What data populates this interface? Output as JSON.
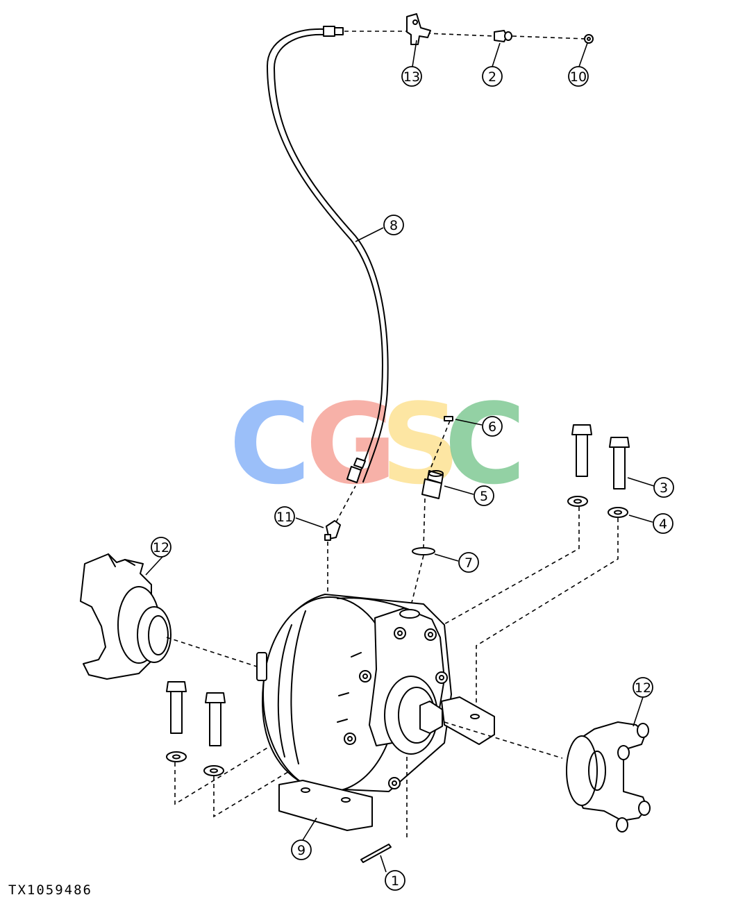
{
  "figure_id": "TX1059486",
  "watermark": {
    "letters": [
      {
        "char": "C",
        "color": "#8ab4f8"
      },
      {
        "char": "G",
        "color": "#f6a49a"
      },
      {
        "char": "S",
        "color": "#fde293"
      },
      {
        "char": "C",
        "color": "#81c995"
      }
    ]
  },
  "callouts": {
    "c1": "1",
    "c2": "2",
    "c3": "3",
    "c4": "4",
    "c5": "5",
    "c6": "6",
    "c7": "7",
    "c8": "8",
    "c9": "9",
    "c10": "10",
    "c11": "11",
    "c12a": "12",
    "c12b": "12",
    "c13": "13"
  }
}
